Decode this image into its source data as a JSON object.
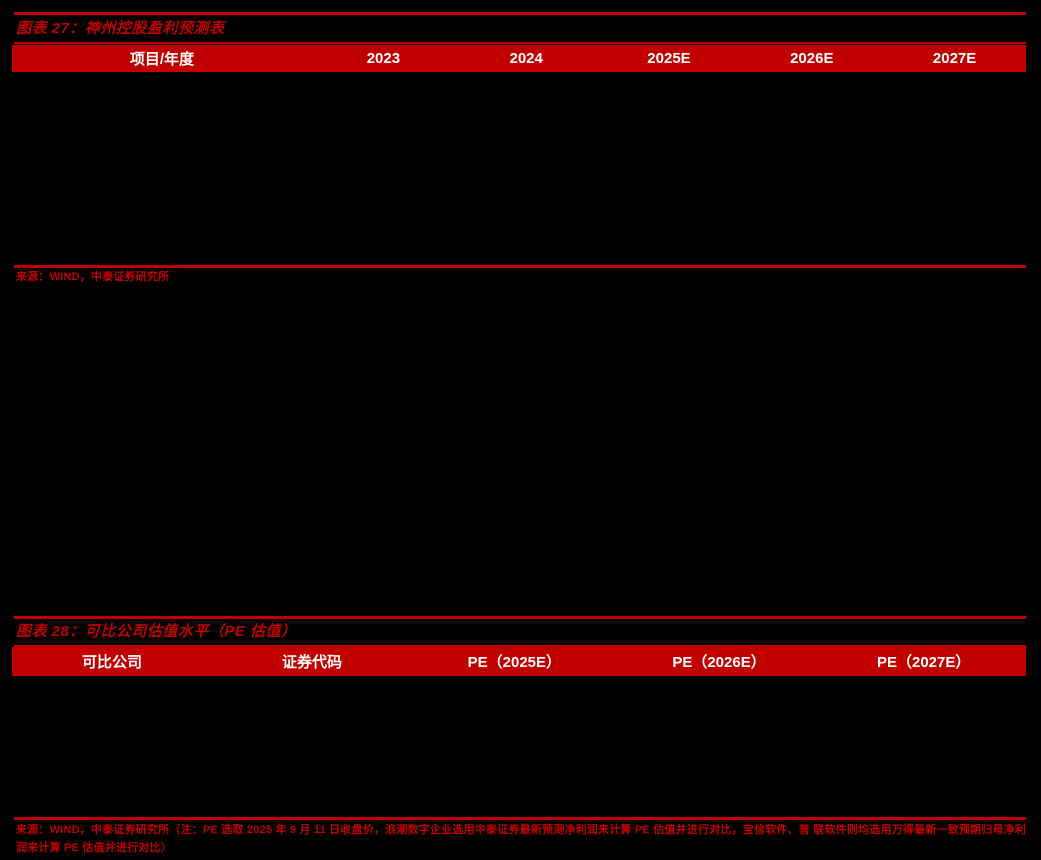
{
  "page": {
    "background_color": "#000000",
    "accent_color": "#c00000",
    "text_on_accent": "#ffffff"
  },
  "exhibit27": {
    "title": "图表 27：神州控股盈利预测表",
    "columns": [
      "项目/年度",
      "2023",
      "2024",
      "2025E",
      "2026E",
      "2027E"
    ],
    "rows": [],
    "source": "来源：WIND，中泰证券研究所"
  },
  "exhibit28": {
    "title": "图表 28：可比公司估值水平（PE 估值）",
    "columns": [
      "可比公司",
      "证券代码",
      "PE（2025E）",
      "PE（2026E）",
      "PE（2027E）"
    ],
    "rows": [],
    "source": "来源：WIND，中泰证券研究所（注：PE 选取 2025 年 9 月 11 日收盘价，浪潮数字企业选用中泰证券最新预测净利润来计算 PE 估值并进行对比，宝信软件、普 联软件则均选用万得最新一致预期归母净利润来计算 PE 估值并进行对比）"
  }
}
